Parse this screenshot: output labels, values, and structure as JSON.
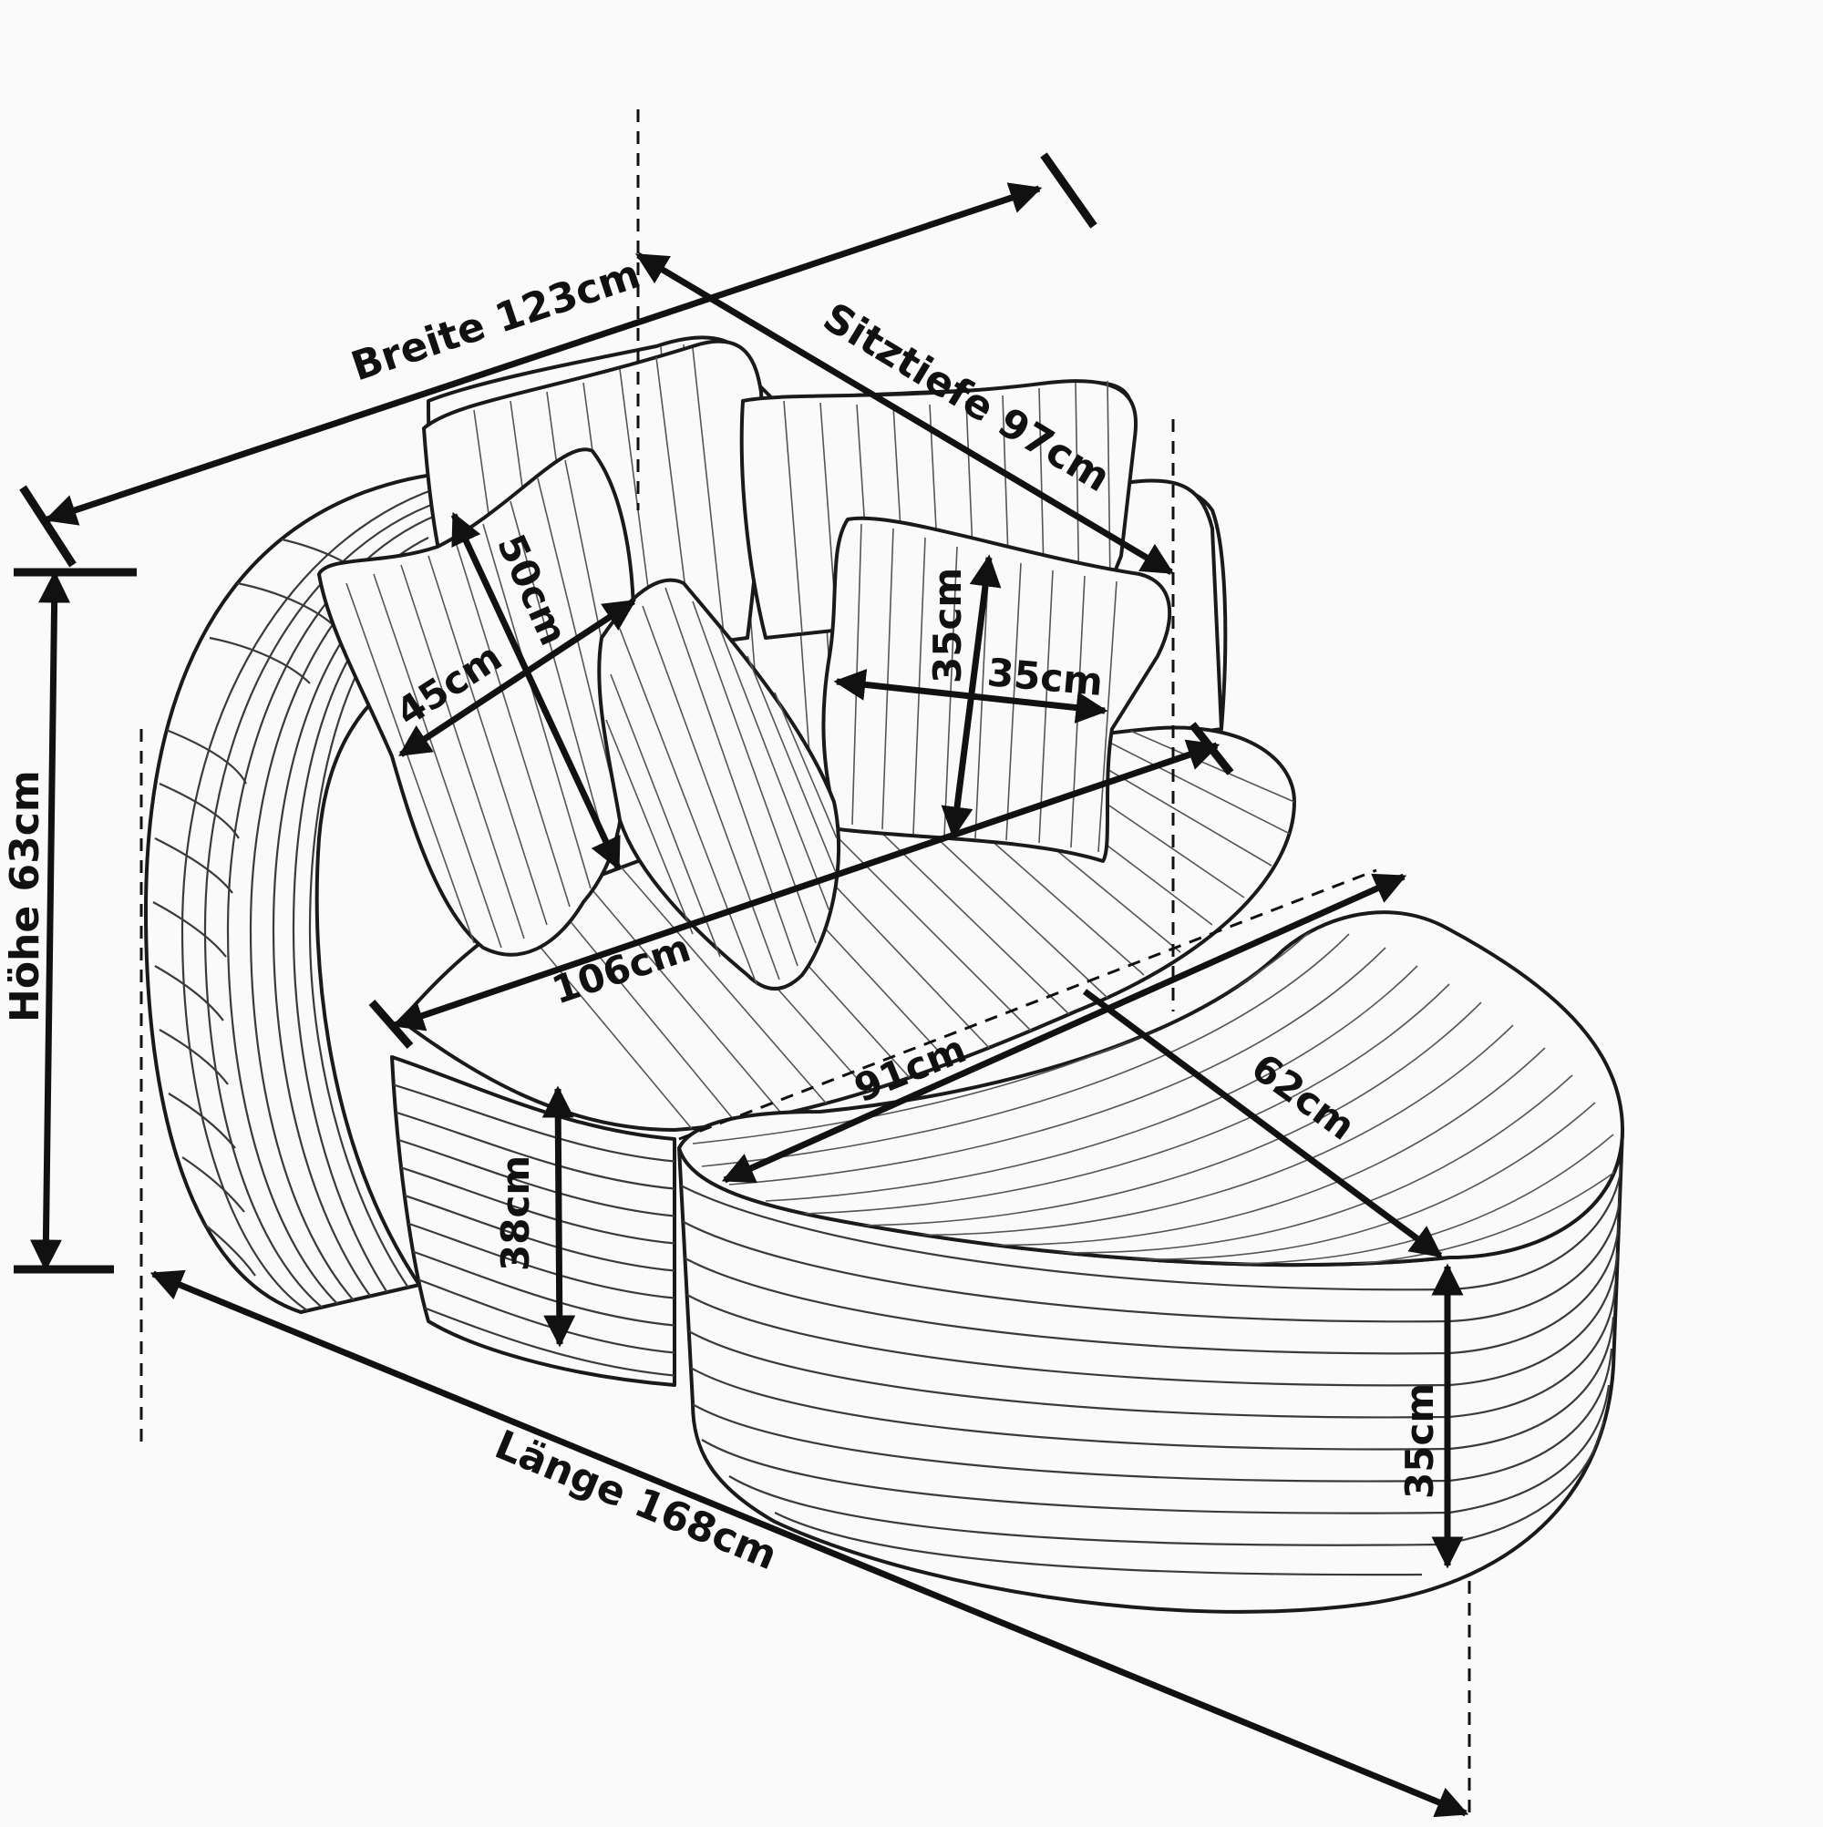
{
  "labels": {
    "breite": "Breite 123cm",
    "sitztiefe": "Sitztiefe 97cm",
    "hoehe": "Höhe 63cm",
    "laenge": "Länge 168cm",
    "cushion_large_h": "50cm",
    "cushion_large_w": "45cm",
    "cushion_small_h": "35cm",
    "cushion_small_w": "35cm",
    "seat_width": "106cm",
    "seat_height": "38cm",
    "ottoman_width": "91cm",
    "ottoman_depth": "62cm",
    "ottoman_height": "35cm"
  },
  "colors": {
    "background": "#fafafa",
    "line": "#111111"
  }
}
